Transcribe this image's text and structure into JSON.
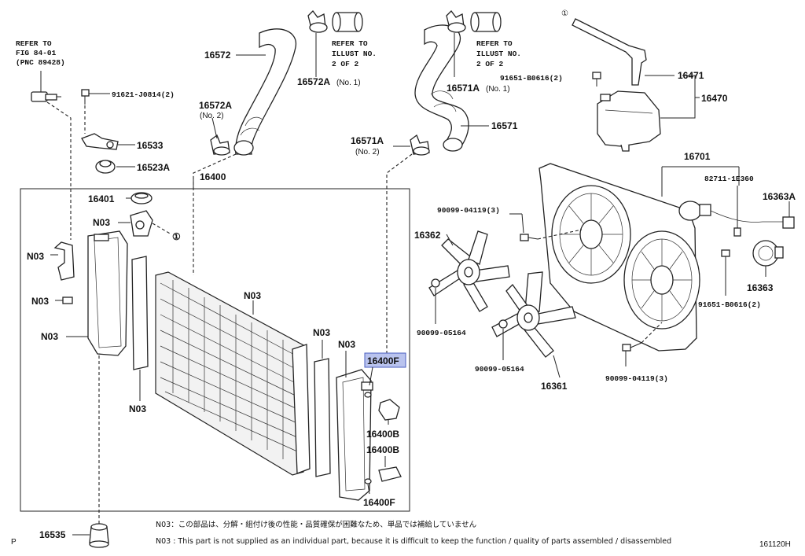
{
  "refs": {
    "fig": [
      "REFER TO",
      "FIG 84-01",
      "(PNC 89428)"
    ],
    "illust_a": [
      "REFER TO",
      "ILLUST NO.",
      "2 OF 2"
    ],
    "illust_b": [
      "REFER TO",
      "ILLUST NO.",
      "2 OF 2"
    ]
  },
  "labels": {
    "p16572": "16572",
    "p16572A_no1": "16572A",
    "no1_a": "(No. 1)",
    "p16572A_no2": "16572A",
    "no2_a": "(No. 2)",
    "p16571A_no1": "16571A",
    "no1_b": "(No. 1)",
    "p16571": "16571",
    "p16571A_no2": "16571A",
    "no2_b": "(No. 2)",
    "p91621": "91621-J0814(2)",
    "p16533": "16533",
    "p16523A": "16523A",
    "p16400": "16400",
    "p16401": "16401",
    "p91651_top": "91651-B0616(2)",
    "p16471": "16471",
    "p16470": "16470",
    "p16701": "16701",
    "p82711": "82711-1E360",
    "p16363A": "16363A",
    "p90099_04119_top": "90099-04119(3)",
    "p16362": "16362",
    "p16363": "16363",
    "p91651_bot": "91651-B0616(2)",
    "p90099_05164_l": "90099-05164",
    "p90099_05164_r": "90099-05164",
    "p16361": "16361",
    "p90099_04119_bot": "90099-04119(3)",
    "p16400F_hl": "16400F",
    "p16400B_1": "16400B",
    "p16400B_2": "16400B",
    "p16400F": "16400F",
    "p16535": "16535",
    "n03_1": "N03",
    "n03_2": "N03",
    "n03_3": "N03",
    "n03_4": "N03",
    "n03_5": "N03",
    "n03_6": "N03",
    "n03_7": "N03",
    "n03_8": "N03",
    "circle_1_a": "①",
    "circle_1_b": "①"
  },
  "footer": {
    "note_jp": "N03：この部品は、分解・組付け後の性能・品質確保が困難なため、単品では補給していません",
    "note_en": "N03 : This part is not supplied as an individual part, because it is difficult to keep the function / quality of parts assembled / disassembled",
    "left_mark": "P",
    "code": "161120H"
  }
}
